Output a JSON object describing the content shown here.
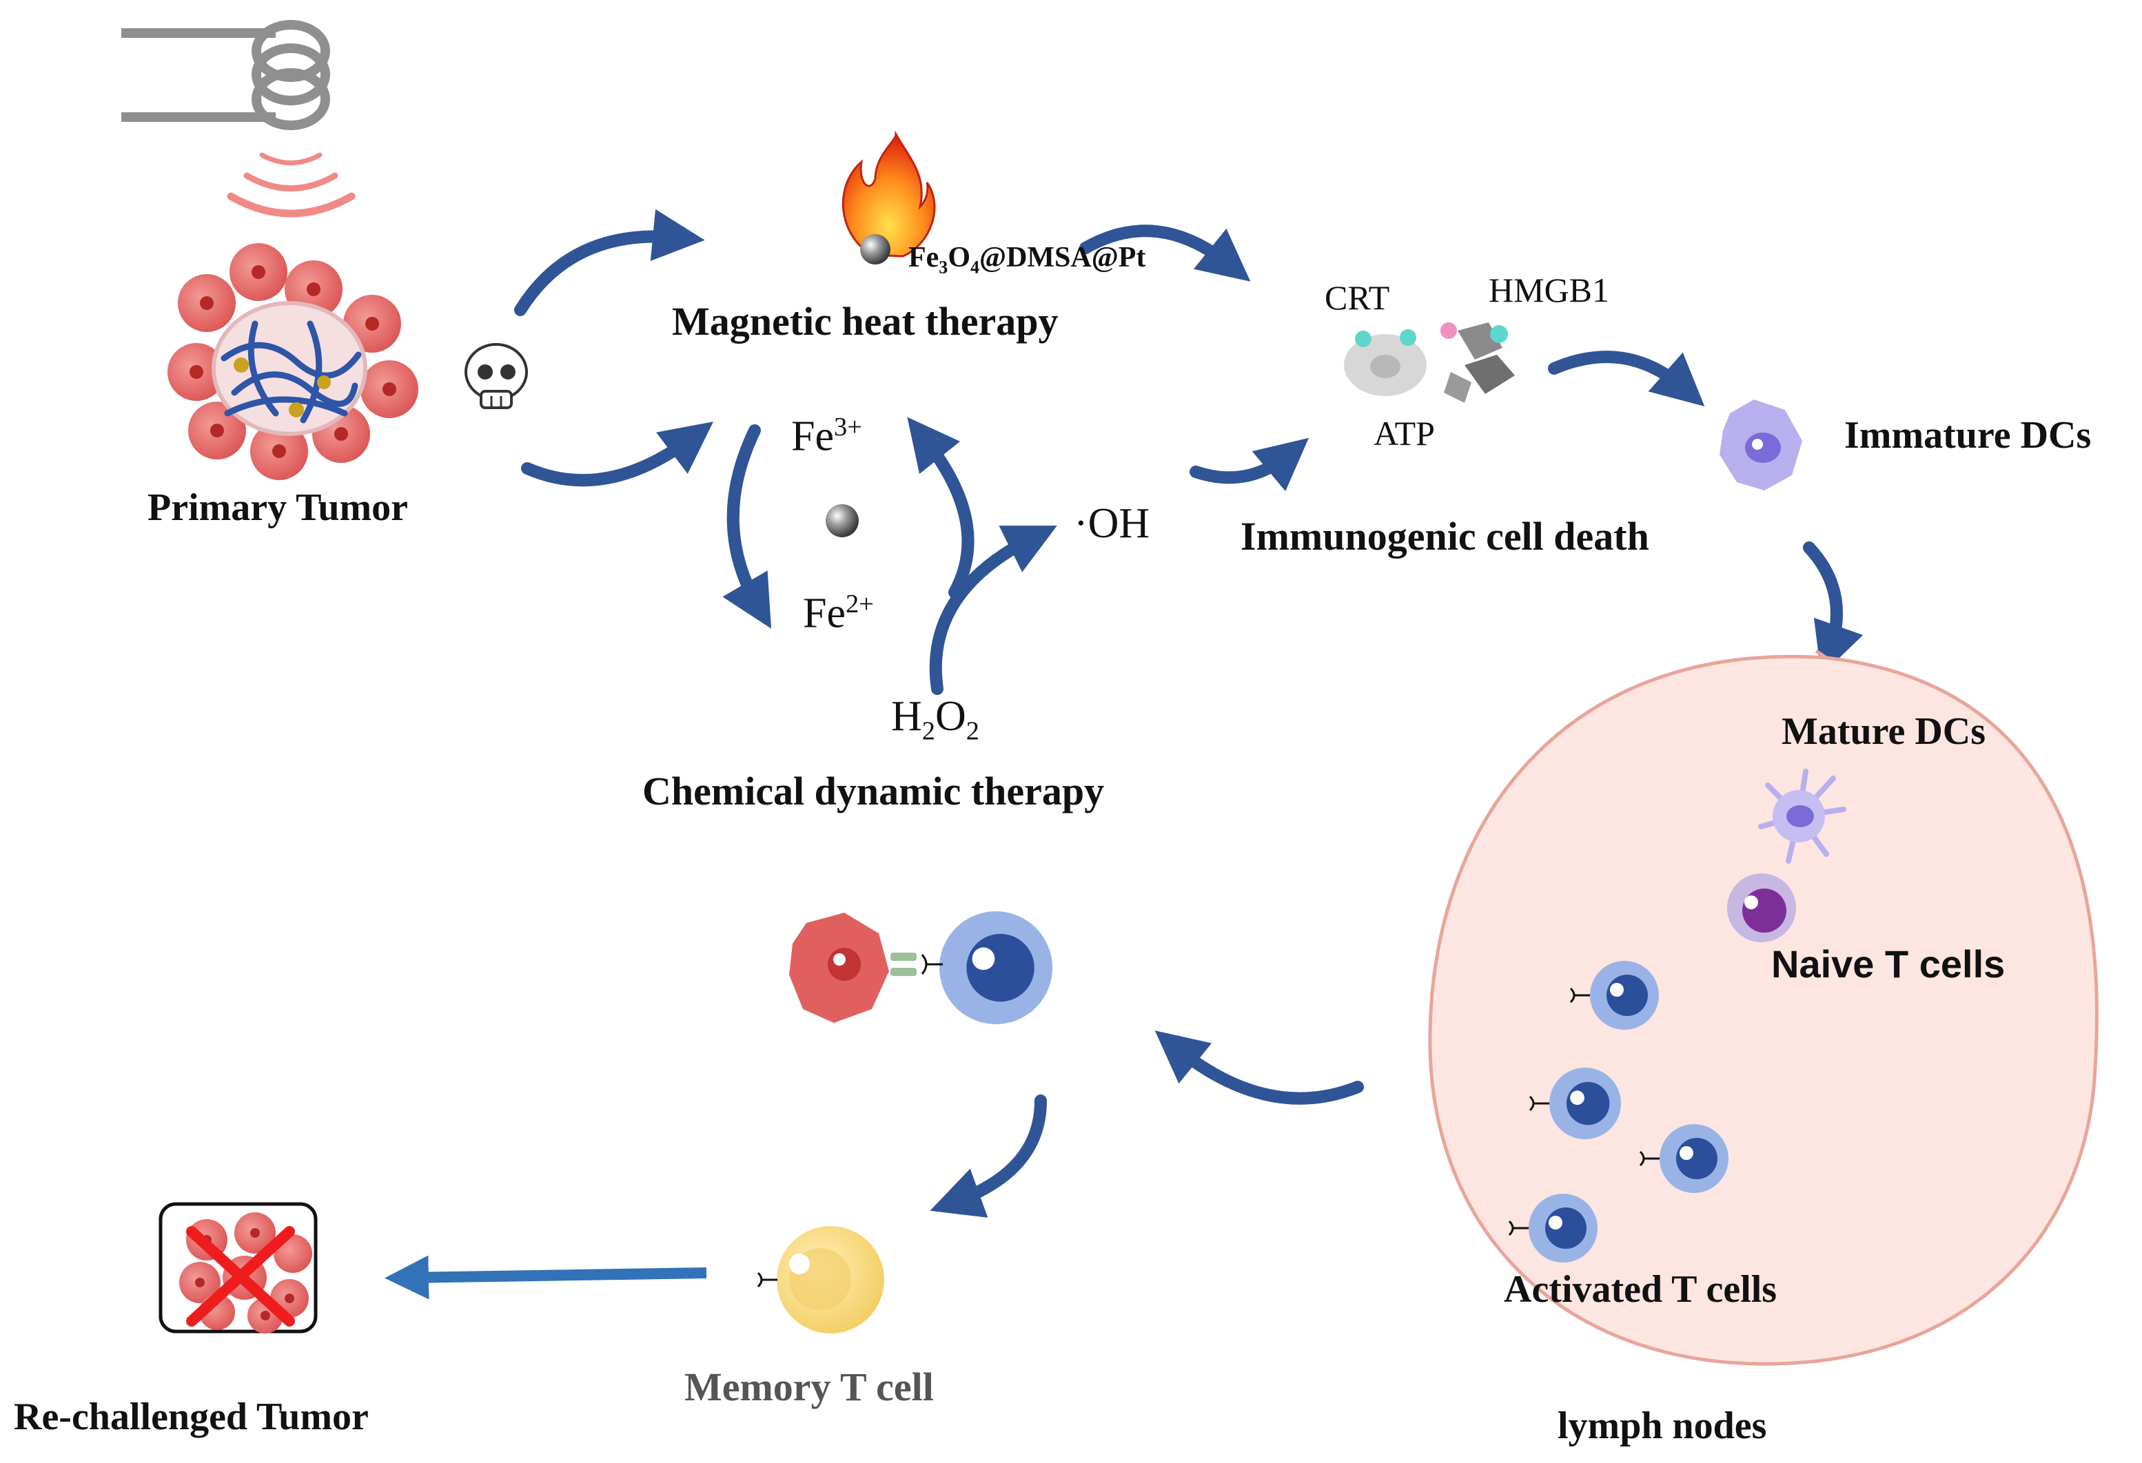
{
  "labels": {
    "primary_tumor": "Primary Tumor",
    "magnetic_heat_therapy": "Magnetic heat therapy",
    "chemical_dynamic_therapy": "Chemical dynamic therapy",
    "immunogenic_cell_death": "Immunogenic cell death",
    "immature_dcs": "Immature DCs",
    "mature_dcs": "Mature DCs",
    "naive_t_cells": "Naive T cells",
    "activated_t_cells": "Activated T cells",
    "lymph_nodes": "lymph nodes",
    "memory_t_cell": "Memory T cell",
    "rechallenged_tumor": "Re-challenged Tumor"
  },
  "formulas": {
    "nanoparticle": {
      "a": "Fe",
      "b": "3",
      "c": "O",
      "d": "4",
      "e": "@DMSA@Pt"
    },
    "fe3": {
      "base": "Fe",
      "sup": "3+"
    },
    "fe2": {
      "base": "Fe",
      "sup": "2+"
    },
    "h2o2": {
      "a": "H",
      "b": "2",
      "c": "O",
      "d": "2"
    },
    "hydroxyl": "·OH"
  },
  "damp_signals": {
    "crt": "CRT",
    "hmgb1": "HMGB1",
    "atp": "ATP"
  },
  "colors": {
    "arrow_blue": "#2f5597",
    "tumor_red": "#e06060",
    "lymph_fill": "#fde6e1",
    "lymph_stroke": "#e8a59a",
    "tcell_blue": "#2b4f9a",
    "memory_yellow": "#f7dc82",
    "dc_purple": "#b8b0ee"
  },
  "icons": [
    "magnetic-coil-icon",
    "skull-icon",
    "flame-icon",
    "cross-out-icon"
  ]
}
